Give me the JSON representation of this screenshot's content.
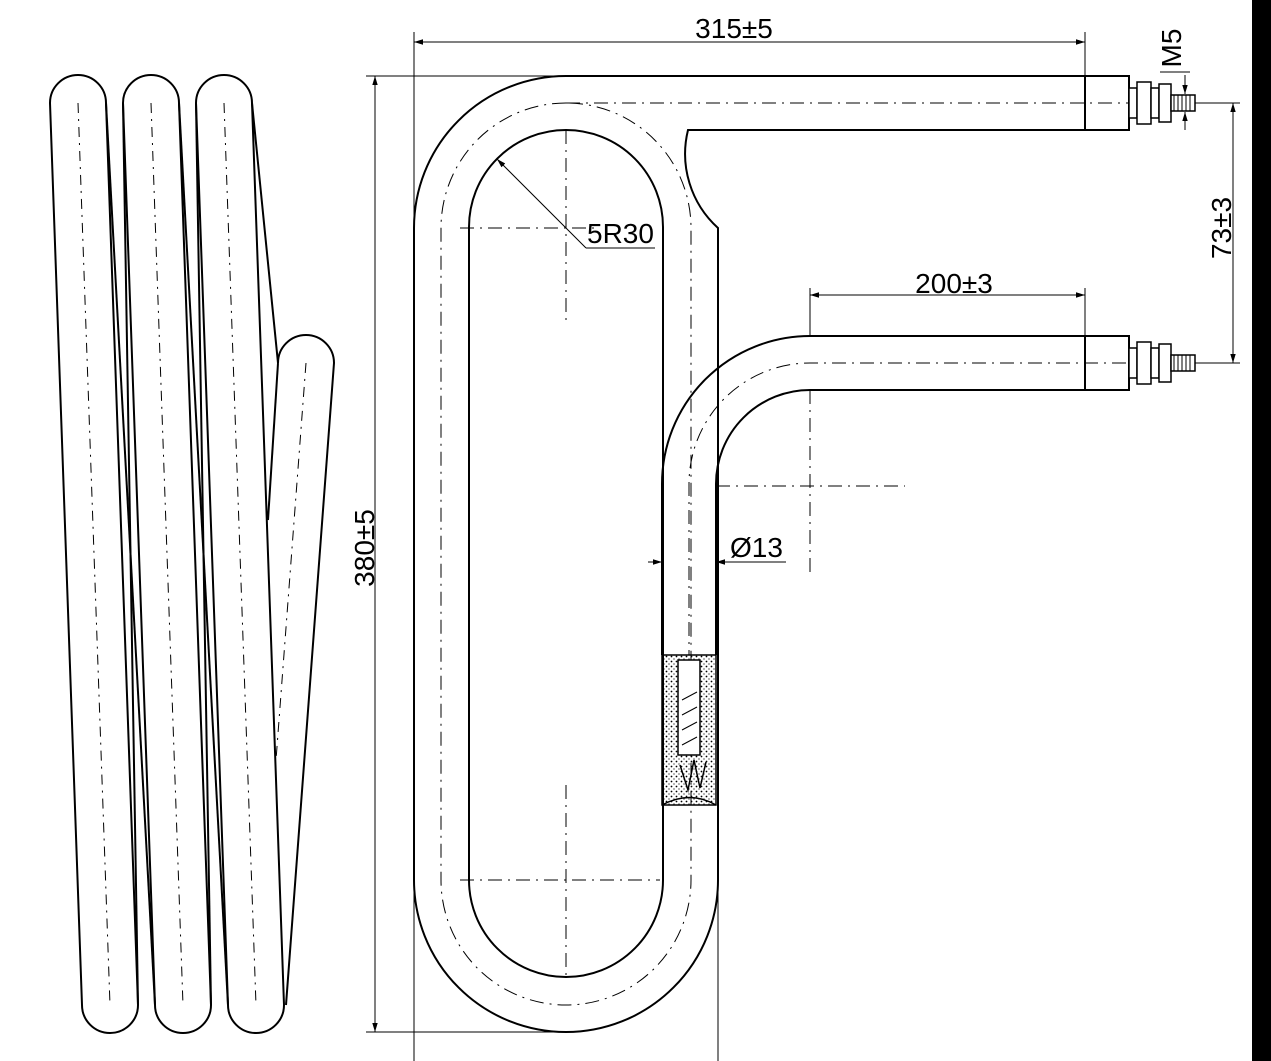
{
  "dimensions": {
    "total_width": "315±5",
    "total_height": "380±5",
    "thread": "M5",
    "terminal_spacing": "73±3",
    "lower_leg_length": "200±3",
    "bend_radius": "5R30",
    "tube_diameter": "Ø13"
  },
  "colors": {
    "line": "#000000",
    "background": "#ffffff",
    "insulation": "#d9d9d9"
  }
}
